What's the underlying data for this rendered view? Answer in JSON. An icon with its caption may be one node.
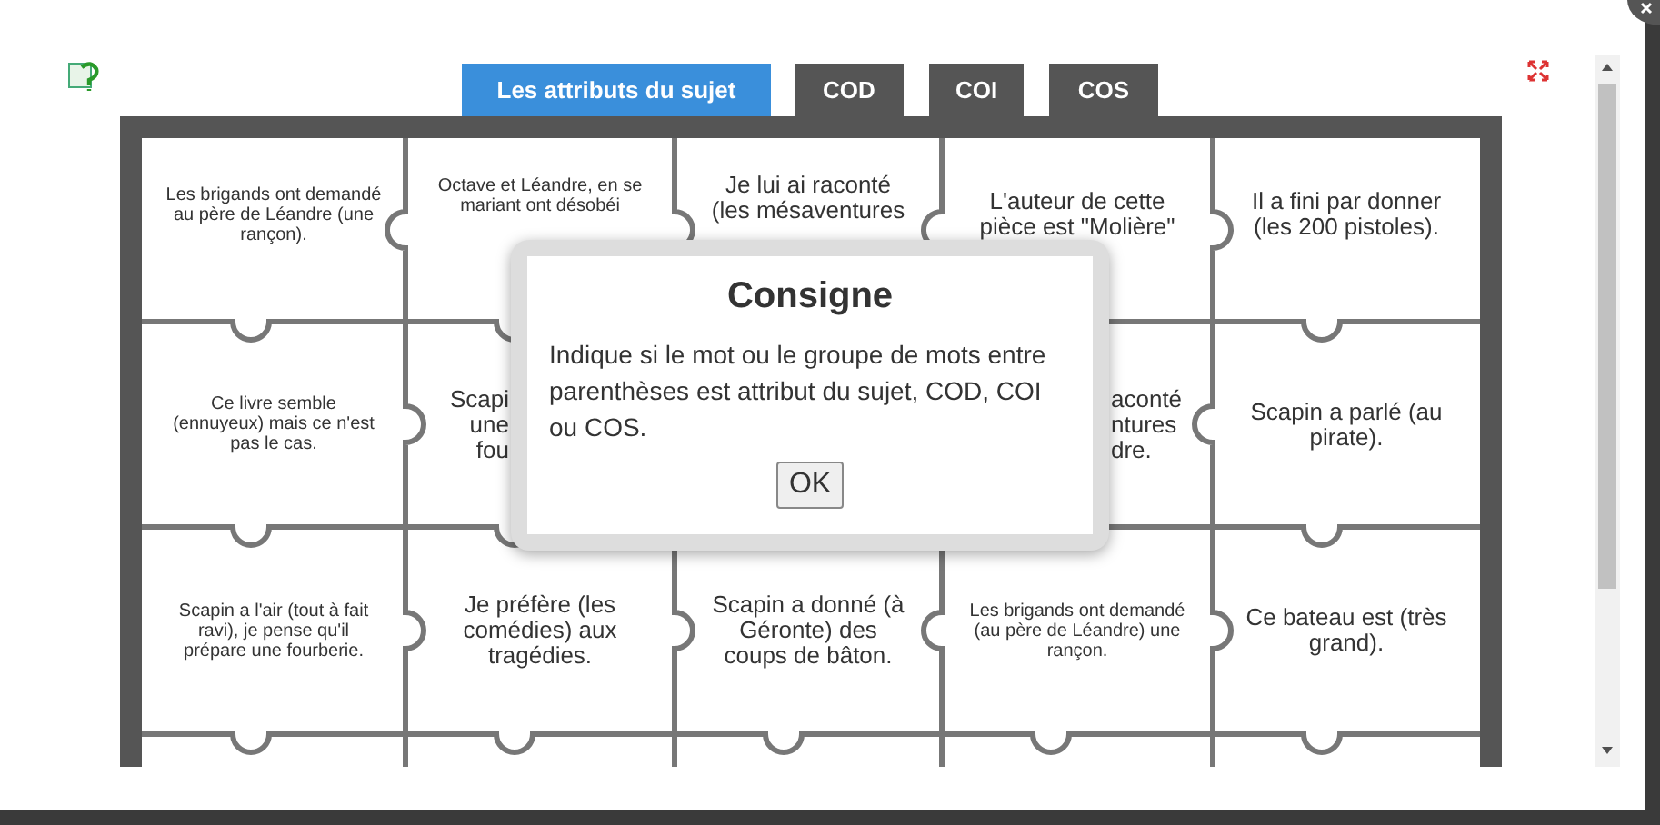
{
  "diagram": {
    "nodes": [
      {
        "text": [
          "Les attributs du sujet"
        ]
      },
      {
        "text": [
          "COD"
        ]
      },
      {
        "text": [
          "COI"
        ]
      },
      {
        "text": [
          "COS"
        ]
      },
      {
        "text": [
          "Les brigands ont demandé au père de Léandre (une rançon)."
        ]
      },
      {
        "text": [
          "Octave et Léandre, en se mariant ont désobéi"
        ]
      },
      {
        "text": [
          "Je lui ai raconté (les mésaventures"
        ]
      },
      {
        "text": [
          "L'auteur de cette pièce est \"Molière\""
        ]
      },
      {
        "text": [
          "Il a fini par donner (les 200 pistoles)."
        ]
      },
      {
        "text": [
          "Ce livre semble (ennuyeux) mais ce n'est pas le cas."
        ]
      },
      {
        "text": [
          "Scapi une fou"
        ]
      },
      {
        "text": [
          "aconté ntures dre."
        ]
      },
      {
        "text": [
          "Scapin a parlé (au pirate)."
        ]
      },
      {
        "text": [
          "Scapin a l'air (tout à fait ravi), je pense qu'il prépare une fourberie."
        ]
      },
      {
        "text": [
          "Je préfère (les comédies) aux tragédies."
        ]
      },
      {
        "text": [
          "Scapin a donné (à Géronte) des coups de bâton."
        ]
      },
      {
        "text": [
          "Les brigands ont demandé (au père de Léandre) une rançon."
        ]
      },
      {
        "text": [
          "Ce bateau est (très grand)."
        ]
      },
      {
        "text": [
          "Consigne",
          "Indique si le mot ou le groupe de mots entre parenthèses est attribut du sujet, COD, COI ou COS.",
          "OK"
        ]
      }
    ]
  }
}
